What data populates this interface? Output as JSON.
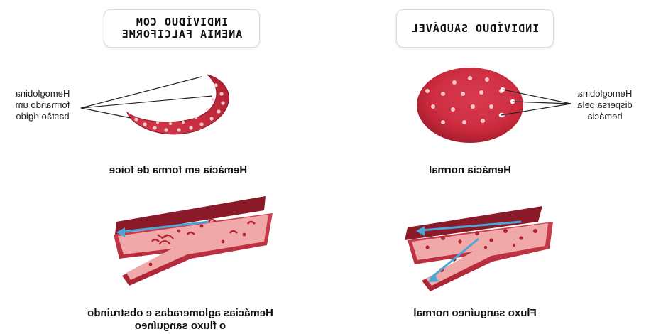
{
  "healthy": {
    "title": "INDIVÍDUO SAUDÁVEL",
    "hemoglobin_label": [
      "Hemoglobina",
      "dispersa pela",
      "hemácia"
    ],
    "cell_caption": "Hemácia normal",
    "flow_caption": "Fluxo sanguíneo normal"
  },
  "sickle": {
    "title_line1": "INDIVÍDUO COM",
    "title_line2": "ANEMIA FALCIFORME",
    "hemoglobin_label": [
      "Hemoglobina",
      "formando um",
      "bastão rígido"
    ],
    "cell_caption": "Hemácia em forma de foice",
    "flow_caption_line1": "Hemácias aglomeradas e obstruindo",
    "flow_caption_line2": "o fluxo sanguíneo"
  },
  "colors": {
    "cell": "#c8283a",
    "cell_dark": "#9b1c2c",
    "vessel_wall": "#b8303c",
    "vessel_inner": "#f0a8a8",
    "flow_arrow": "#4aa8d8"
  }
}
